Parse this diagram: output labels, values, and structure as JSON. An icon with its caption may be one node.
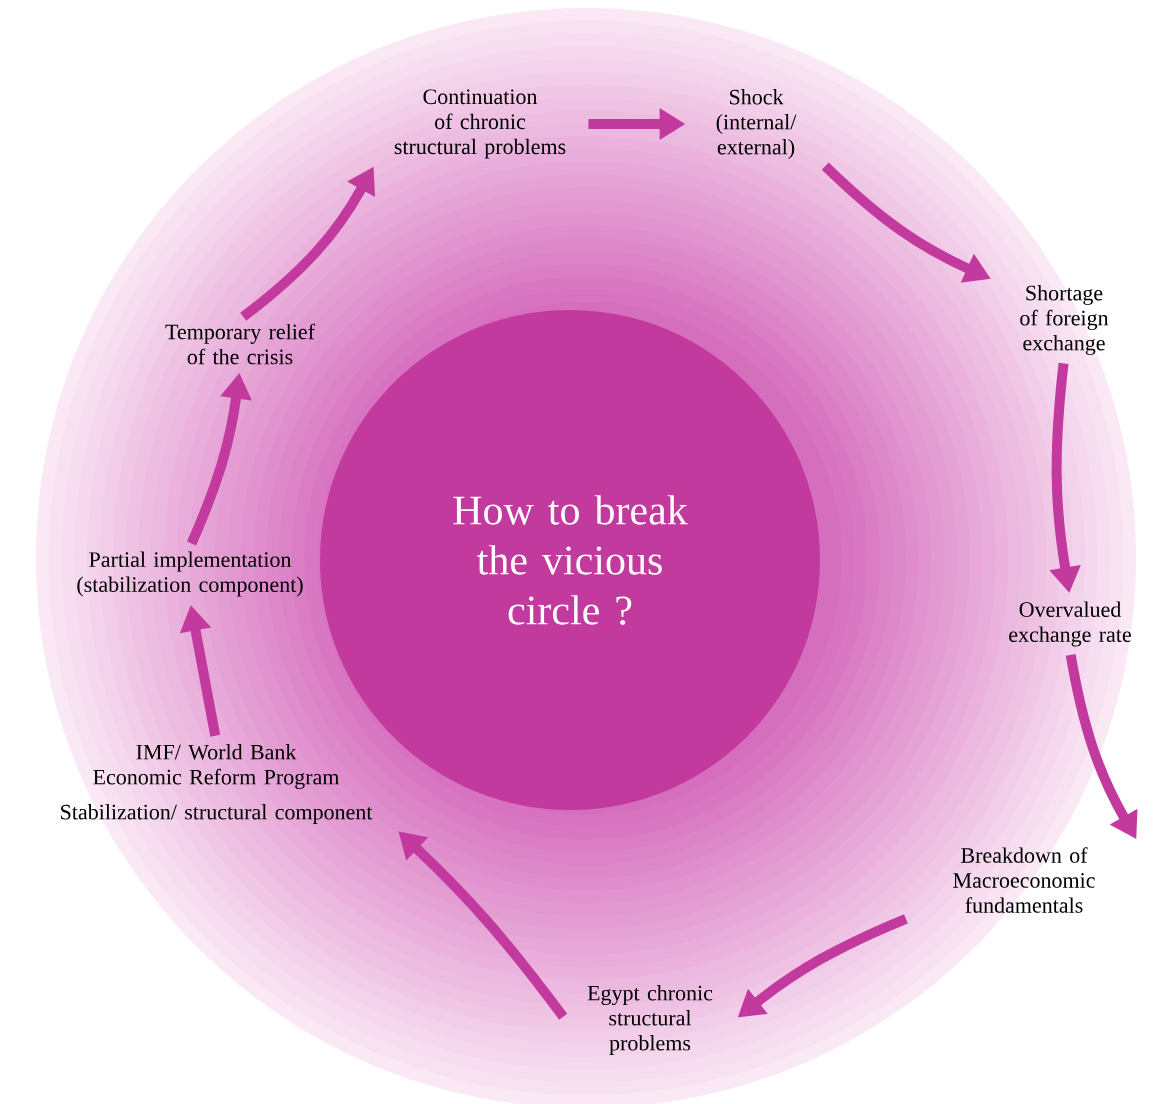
{
  "diagram": {
    "nodes": [
      {
        "text": [
          "How to break the vicious circle ?"
        ]
      },
      {
        "text": [
          "Continuation of chronic structural problems"
        ]
      },
      {
        "text": [
          "Shock (internal/ external)"
        ]
      },
      {
        "text": [
          "Shortage of foreign exchange"
        ]
      },
      {
        "text": [
          "Overvalued exchange rate"
        ]
      },
      {
        "text": [
          "Breakdown of Macroeconomic fundamentals"
        ]
      },
      {
        "text": [
          "Egypt chronic structural problems"
        ]
      },
      {
        "text": [
          "IMF/ World Bank Economic Reform Program",
          "Stabilization/ structural component"
        ]
      },
      {
        "text": [
          "Partial implementation (stabilization component)"
        ]
      },
      {
        "text": [
          "Temporary relief of the crisis"
        ]
      }
    ],
    "edges": [
      {
        "from": 1,
        "to": 2,
        "arrow": "to"
      },
      {
        "from": 2,
        "to": 3,
        "arrow": "to"
      },
      {
        "from": 3,
        "to": 4,
        "arrow": "to"
      },
      {
        "from": 4,
        "to": 5,
        "arrow": "to"
      },
      {
        "from": 5,
        "to": 6,
        "arrow": "to"
      },
      {
        "from": 6,
        "to": 7,
        "arrow": "to"
      },
      {
        "from": 7,
        "to": 8,
        "arrow": "to"
      },
      {
        "from": 8,
        "to": 9,
        "arrow": "to"
      },
      {
        "from": 9,
        "to": 1,
        "arrow": "to"
      }
    ]
  }
}
